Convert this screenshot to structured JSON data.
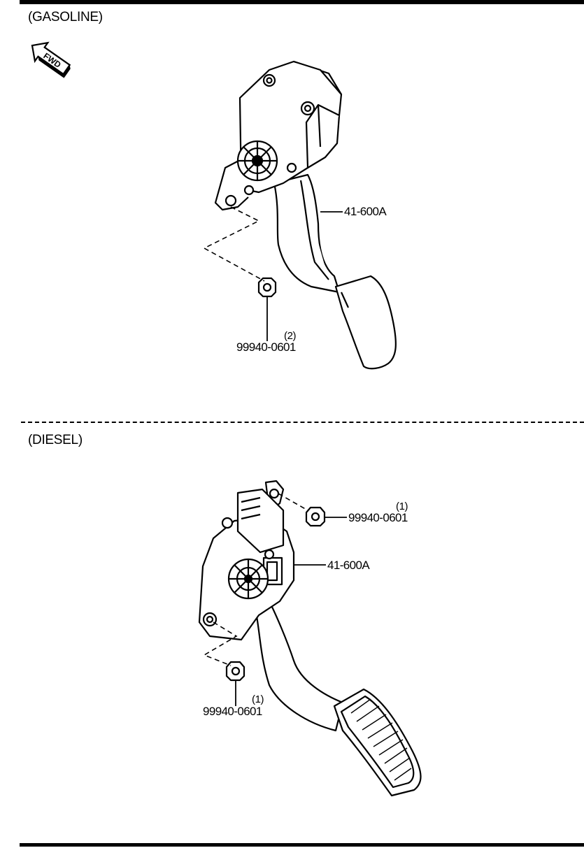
{
  "sections": [
    {
      "title": "(GASOLINE)",
      "direction_icon": "fwd-arrow-icon",
      "direction_text": "FWD",
      "pedal_part_number": "41-600A",
      "nut_part_number": "99940-0601",
      "nut_quantity": "(2)"
    },
    {
      "title": "(DIESEL)",
      "pedal_part_number": "41-600A",
      "nut_upper_part_number": "99940-0601",
      "nut_upper_quantity": "(1)",
      "nut_lower_part_number": "99940-0601",
      "nut_lower_quantity": "(1)"
    }
  ]
}
